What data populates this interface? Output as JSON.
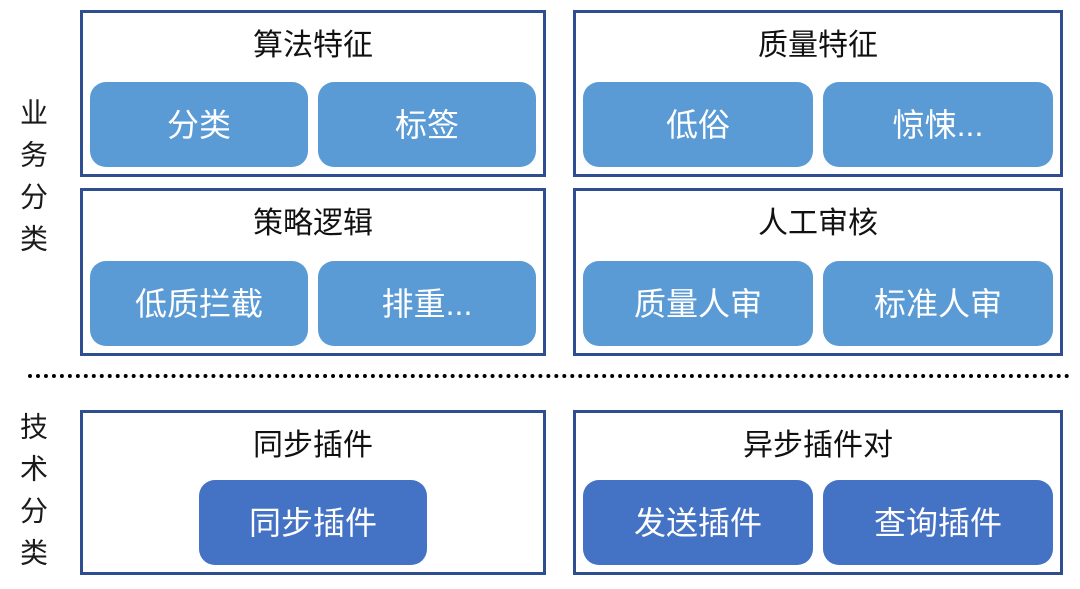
{
  "colors": {
    "button_light_blue": "#5B9BD5",
    "button_dark_blue": "#4472C4",
    "box_border_blue": "#2F4E8F",
    "button_text": "#ffffff",
    "divider_black": "#000000"
  },
  "side_labels": {
    "business": "业务分类",
    "tech": "技术分类"
  },
  "boxes": {
    "algo": {
      "title": "算法特征",
      "btn1": "分类",
      "btn2": "标签"
    },
    "quality": {
      "title": "质量特征",
      "btn1": "低俗",
      "btn2": "惊悚..."
    },
    "strategy": {
      "title": "策略逻辑",
      "btn1": "低质拦截",
      "btn2": "排重..."
    },
    "review": {
      "title": "人工审核",
      "btn1": "质量人审",
      "btn2": "标准人审"
    },
    "sync": {
      "title": "同步插件",
      "btn1": "同步插件"
    },
    "async": {
      "title": "异步插件对",
      "btn1": "发送插件",
      "btn2": "查询插件"
    }
  }
}
